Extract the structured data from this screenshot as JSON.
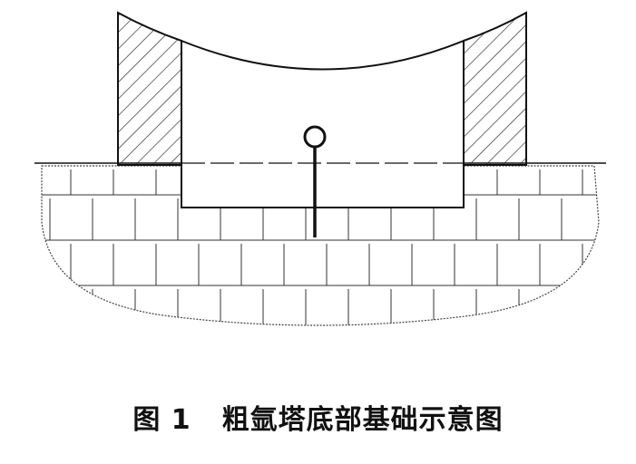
{
  "figure": {
    "number": "图 1",
    "title": "粗氩塔底部基础示意图"
  },
  "colors": {
    "line": "#111111",
    "grid": "#333333",
    "background": "#ffffff"
  },
  "elements": {
    "foundation_soil": "tile-grid-ground",
    "tower_walls": "hatched-walls",
    "tower_body": "concave-top-tower-base",
    "marker": "ring-pin-probe"
  }
}
